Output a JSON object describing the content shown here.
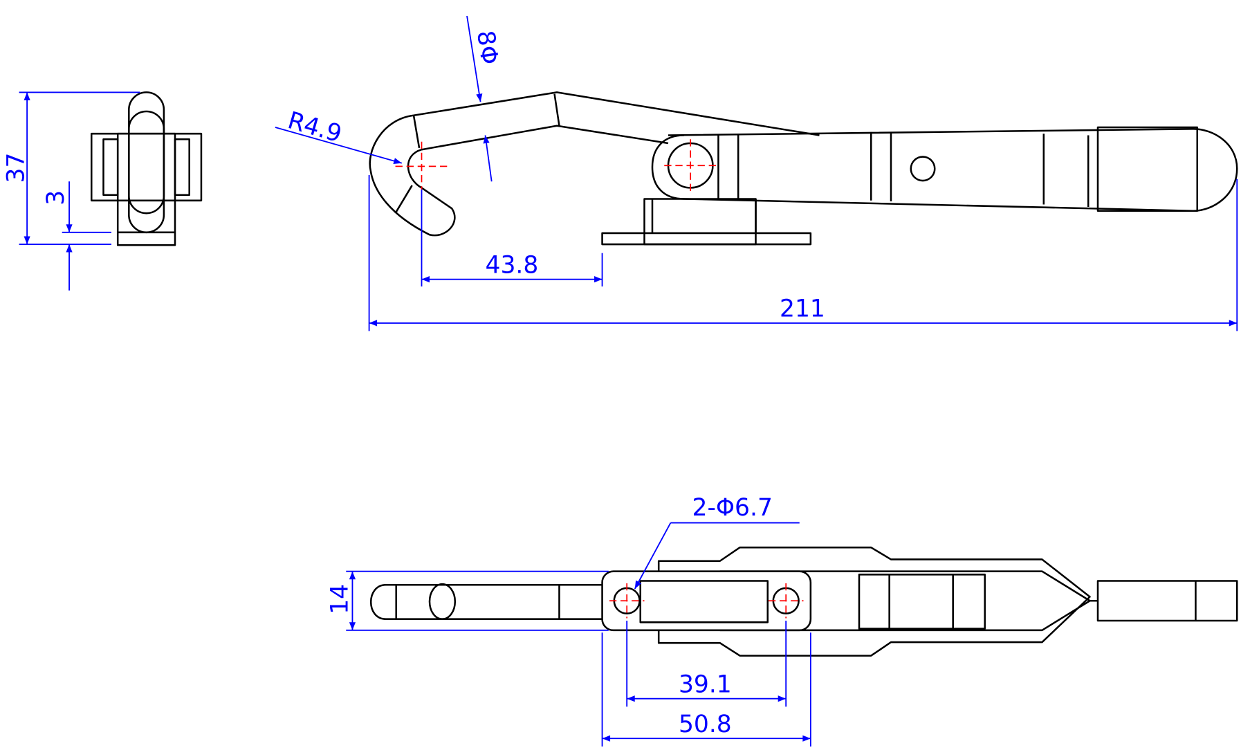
{
  "drawing": {
    "dimensions": {
      "height_total": "37",
      "base_thickness": "3",
      "hook_radius": "R4.9",
      "hook_diameter": "8Φ",
      "hook_to_base": "43.8",
      "overall_length": "211",
      "hole_spec": "2-Φ6.7",
      "width": "14",
      "hole_spacing": "39.1",
      "base_length": "50.8"
    },
    "colors": {
      "outline": "#000000",
      "dimension": "#0000ff",
      "centerline": "#ff0000"
    }
  }
}
